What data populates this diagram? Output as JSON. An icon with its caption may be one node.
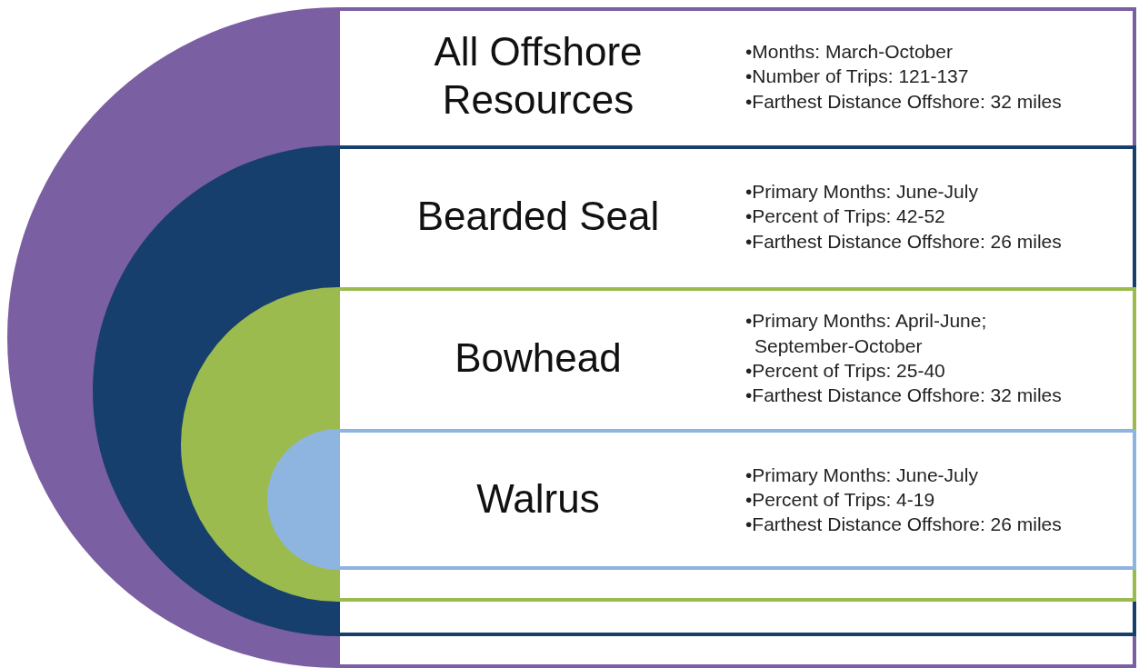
{
  "diagram": {
    "nodes": [
      {
        "text": [
          "All Offshore Resources",
          "•Months: March-October",
          "•Number of Trips: 121-137",
          "•Farthest Distance Offshore: 32 miles"
        ]
      },
      {
        "text": [
          "Bearded Seal",
          "•Primary Months: June-July",
          "•Percent of Trips: 42-52",
          "•Farthest Distance Offshore: 26 miles"
        ],
        "in": 0
      },
      {
        "text": [
          "Bowhead",
          "•Primary Months: April-June; September-October",
          "•Percent of Trips: 25-40",
          "•Farthest Distance Offshore: 32 miles"
        ],
        "in": 1
      },
      {
        "text": [
          "Walrus",
          "•Primary Months: June-July",
          "•Percent of Trips: 4-19",
          "•Farthest Distance Offshore: 26 miles"
        ],
        "in": 2
      }
    ]
  }
}
